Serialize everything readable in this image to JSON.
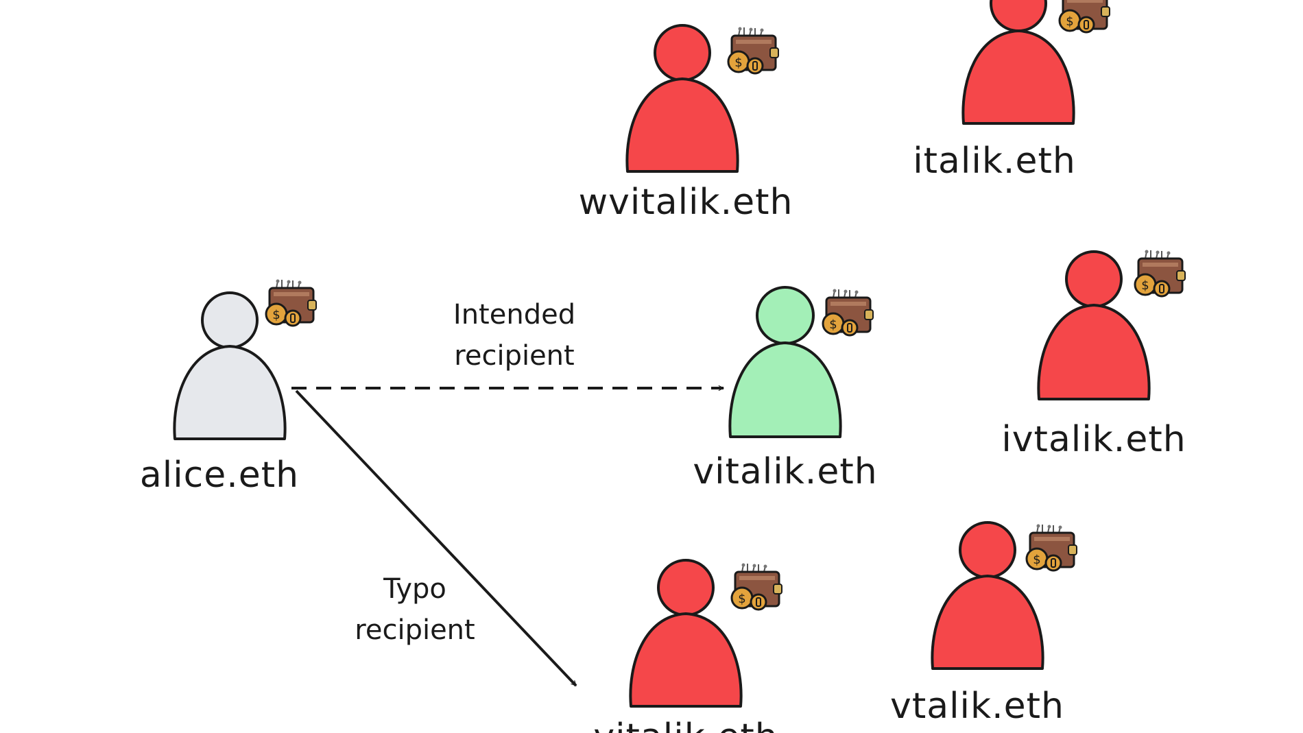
{
  "colors": {
    "sender": "#e6e8ec",
    "intended": "#a3efb7",
    "malicious": "#f5474a",
    "wallet": "#8c5540",
    "coin": "#e3a33c",
    "ink": "#1a1a1a"
  },
  "nodes": [
    {
      "id": "alice",
      "label": "alice.eth",
      "role": "sender"
    },
    {
      "id": "vitalik",
      "label": "vitalik.eth",
      "role": "intended"
    },
    {
      "id": "wvitalik",
      "label": "wvitalik.eth",
      "role": "malicious"
    },
    {
      "id": "italik",
      "label": "italik.eth",
      "role": "malicious"
    },
    {
      "id": "ivtalik",
      "label": "ivtalik.eth",
      "role": "malicious"
    },
    {
      "id": "vtalik",
      "label": "vtalik.eth",
      "role": "malicious"
    },
    {
      "id": "typo",
      "label": "vitalik.eth",
      "role": "malicious"
    }
  ],
  "edges": [
    {
      "from": "alice",
      "to": "vitalik",
      "style": "dashed",
      "label_line1": "Intended",
      "label_line2": "recipient"
    },
    {
      "from": "alice",
      "to": "typo",
      "style": "solid",
      "label_line1": "Typo",
      "label_line2": "recipient"
    }
  ]
}
